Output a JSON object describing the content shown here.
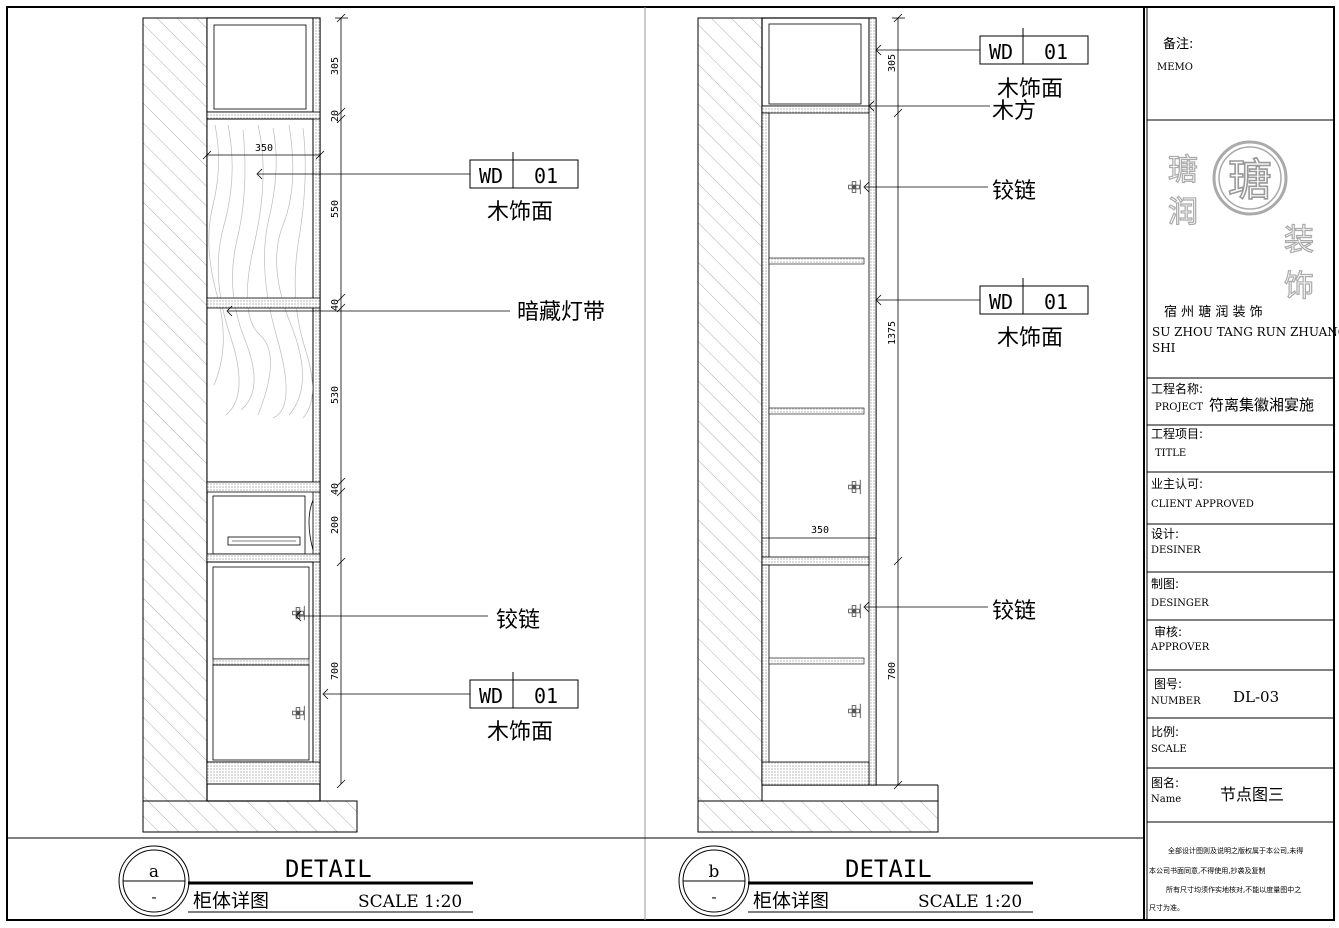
{
  "drawing_a": {
    "circle_letter": "a",
    "circle_sub": "-",
    "heading": "DETAIL",
    "subtitle": "柜体详图",
    "scale": "SCALE 1:20",
    "dims_vertical": [
      "305",
      "20",
      "550",
      "40",
      "530",
      "40",
      "200",
      "700"
    ],
    "dim_width": "350",
    "tags": [
      {
        "code": "WD",
        "num": "01",
        "label": "木饰面"
      },
      {
        "code": "WD",
        "num": "01",
        "label": "木饰面"
      }
    ],
    "callouts": [
      "暗藏灯带",
      "铰链"
    ]
  },
  "drawing_b": {
    "circle_letter": "b",
    "circle_sub": "-",
    "heading": "DETAIL",
    "subtitle": "柜体详图",
    "scale": "SCALE 1:20",
    "dims_vertical": [
      "305",
      "1375",
      "700"
    ],
    "dim_width": "350",
    "tags": [
      {
        "code": "WD",
        "num": "01",
        "label": "木饰面"
      },
      {
        "code": "WD",
        "num": "01",
        "label": "木饰面"
      }
    ],
    "callouts": [
      "木方",
      "铰链",
      "铰链"
    ]
  },
  "title_block": {
    "memo_cn": "备注:",
    "memo_en": "MEMO",
    "logo_chars": [
      "瑭",
      "润",
      "装",
      "饰"
    ],
    "company_cn": "宿 州 瑭 润 装 饰",
    "company_en": "SU ZHOU TANG RUN ZHUANG SHI",
    "project_cn": "工程名称:",
    "project_en": "PROJECT",
    "project_value": "符离集徽湘宴施",
    "title_cn": "工程项目:",
    "title_en": "TITLE",
    "client_cn": "业主认可:",
    "client_en": "CLIENT APPROVED",
    "design_cn": "设计:",
    "design_en": "DESINER",
    "drafter_cn": "制图:",
    "drafter_en": "DESINGER",
    "approver_cn": "审核:",
    "approver_en": "APPROVER",
    "number_cn": "图号:",
    "number_en": "NUMBER",
    "number_value": "DL-03",
    "scale_cn": "比例:",
    "scale_en": "SCALE",
    "name_cn": "图名:",
    "name_en": "Name",
    "name_value": "节点图三",
    "notice_line1": "全部设计图则及说明之版权属于本公司,未得",
    "notice_line2": "本公司书面同意,不得使用,抄袭及复制",
    "notice_line3": "所有尺寸均须作实地核对,不能以度量图中之",
    "notice_line4": "尺寸为准。"
  }
}
